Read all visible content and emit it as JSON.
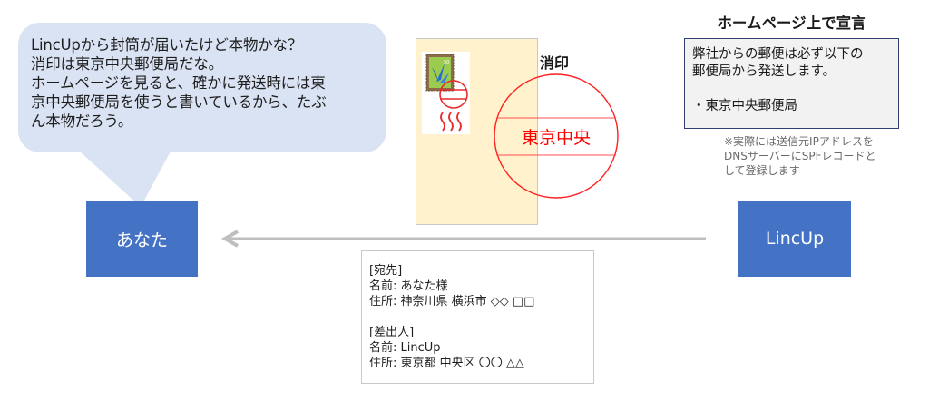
{
  "speech_bubble": {
    "text": "LincUpから封筒が届いたけど本物かな？\n消印は東京中央郵便局だな。\nホームページを見ると、確かに発送時には東\n京中央郵便局を使うと書いているから、たぶ\nん本物だろう。"
  },
  "actors": {
    "recipient": "あなた",
    "sender": "LincUp"
  },
  "envelope": {
    "postmark_label": "消印",
    "postmark_text": "東京中央",
    "stamp_icon": "crane-stamp-icon"
  },
  "declaration": {
    "title": "ホームページ上で宣言",
    "body": "弊社からの郵便は必ず以下の\n郵便局から発送します。\n\n・東京中央郵便局",
    "note": "※実際には送信元IPアドレスを\nDNSサーバーにSPFレコードと\nして登録します"
  },
  "address_label": {
    "text": "[宛先]\n名前: あなた様\n住所: 神奈川県 横浜市 ◇◇ □□\n\n[差出人]\n名前: LincUp\n住所: 東京都 中央区 〇〇 △△"
  },
  "colors": {
    "actor_fill": "#4472c4",
    "bubble_fill": "#dae3f3",
    "envelope_fill": "#fff2cc",
    "postmark_red": "#ff0000",
    "arrow_gray": "#bfbfbf",
    "declaration_border": "#2f3f6f"
  },
  "arrow": {
    "direction": "right-to-left",
    "from": "LincUp",
    "to": "あなた"
  }
}
